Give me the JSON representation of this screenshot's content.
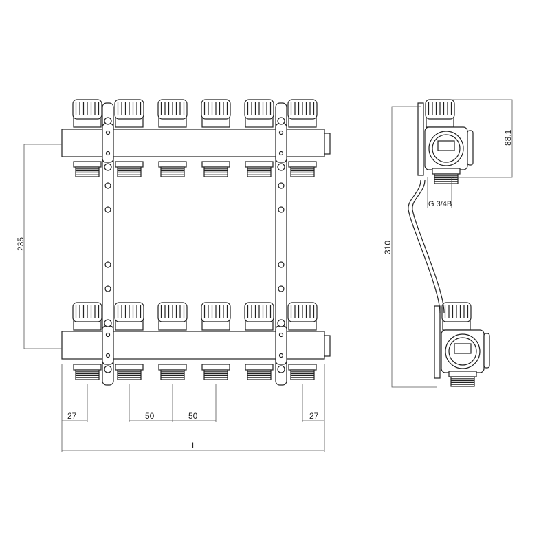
{
  "title": "Manifold dimension drawing",
  "outlets_per_bar": 6,
  "dimensions": {
    "vertical_spacing": "235",
    "left_offset": "27",
    "pitch_1": "50",
    "pitch_2": "50",
    "right_offset": "27",
    "total_length": "L",
    "bracket_height": "310",
    "side_height": "88.1",
    "thread": "G 3/4B"
  }
}
